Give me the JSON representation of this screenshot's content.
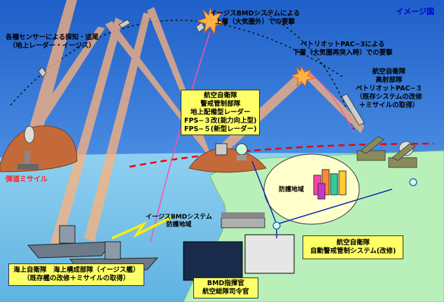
{
  "image_label": "イメージ図",
  "labels": {
    "sensors": [
      "各種センサーによる探知・追尾",
      "（地上レーダー・イージス）"
    ],
    "aegis_upper": [
      "イージスBMDシステムによる",
      "上層（大気圏外）での要撃"
    ],
    "patriot_lower": [
      "ペトリオットPAC−3による",
      "下層（大気圏再突入時）での要撃"
    ],
    "asdf_air_defense_missile": [
      "航空自衛隊",
      "高射部隊",
      "ペトリオットPAC−３",
      "（既存システムの改修",
      "＋ミサイルの取得）"
    ],
    "asdf_warning_control": [
      "航空自衛隊",
      "警戒管制部隊",
      "地上配備型レーダー",
      "FPS−３改(能力向上型)",
      "FPS−５(新型レーダー)"
    ],
    "defended_area": "防護地域",
    "aegis_area": [
      "イージスBMDシステム",
      "防護地域"
    ],
    "ballistic_missile": "弾道ミサイル",
    "asdf_jadge": [
      "航空自衛隊",
      "自動警戒管制システム(改修)"
    ],
    "msdf_escort": [
      "海上自衛隊　海上構成部隊（イージス艦）",
      "（既存艦の改修＋ミサイルの取得）"
    ],
    "bmd_commander": [
      "BMD指揮官",
      "航空総隊司令官"
    ]
  },
  "colors": {
    "sky": "#2b6fd3",
    "sea": "#7fc4ea",
    "land": "#b9f0b9",
    "box": "#ffff66",
    "red": "#ff2222"
  }
}
